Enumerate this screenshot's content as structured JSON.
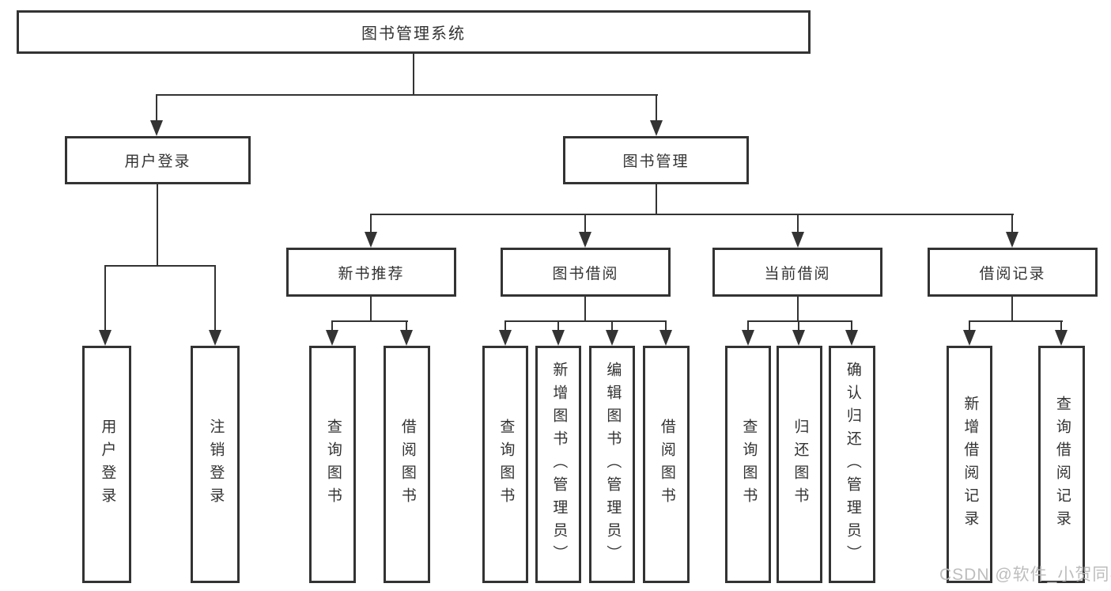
{
  "diagram_title": "图书管理系统",
  "colors": {
    "stroke": "#333333",
    "background": "#ffffff",
    "watermark_color": "#bdbdbd"
  },
  "watermark": {
    "text": "CSDN @软件_小贺同学"
  },
  "tree": {
    "root": {
      "label": "图书管理系统",
      "children": [
        {
          "label": "用户登录",
          "children": [
            {
              "label": "用户登录"
            },
            {
              "label": "注销登录"
            }
          ]
        },
        {
          "label": "图书管理",
          "children": [
            {
              "label": "新书推荐",
              "children": [
                {
                  "label": "查询图书"
                },
                {
                  "label": "借阅图书"
                }
              ]
            },
            {
              "label": "图书借阅",
              "children": [
                {
                  "label": "查询图书"
                },
                {
                  "label": "新增图书（管理员）"
                },
                {
                  "label": "编辑图书（管理员）"
                },
                {
                  "label": "借阅图书"
                }
              ]
            },
            {
              "label": "当前借阅",
              "children": [
                {
                  "label": "查询图书"
                },
                {
                  "label": "归还图书"
                },
                {
                  "label": "确认归还（管理员）"
                }
              ]
            },
            {
              "label": "借阅记录",
              "children": [
                {
                  "label": "新增借阅记录"
                },
                {
                  "label": "查询借阅记录"
                }
              ]
            }
          ]
        }
      ]
    }
  }
}
